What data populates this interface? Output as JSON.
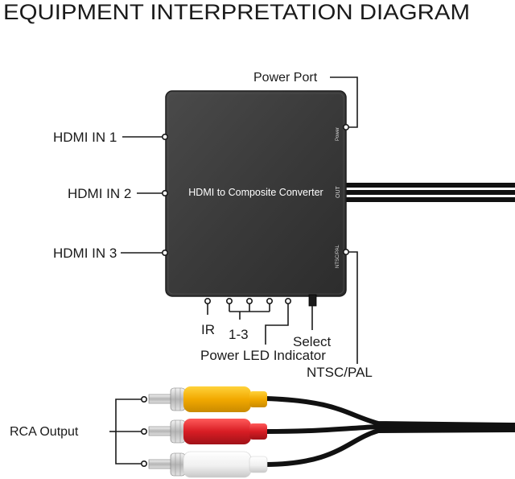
{
  "title": "EQUIPMENT INTERPRETATION DIAGRAM",
  "device": {
    "name": "HDMI to Composite Converter",
    "port_power": "Power",
    "port_out": "OUT",
    "port_ntsc_pal": "NTSC/PAL"
  },
  "labels": {
    "power_port": "Power Port",
    "hdmi_in_1": "HDMI IN 1",
    "hdmi_in_2": "HDMI IN 2",
    "hdmi_in_3": "HDMI IN 3",
    "ir": "IR",
    "range": "1-3",
    "select": "Select",
    "power_led": "Power LED Indicator",
    "ntsc_pal": "NTSC/PAL",
    "rca_output": "RCA Output"
  },
  "colors": {
    "device_body": "#3a3a3a",
    "rca_yellow": "#f2a900",
    "rca_red": "#d81d24",
    "rca_white": "#f4f4f4"
  }
}
